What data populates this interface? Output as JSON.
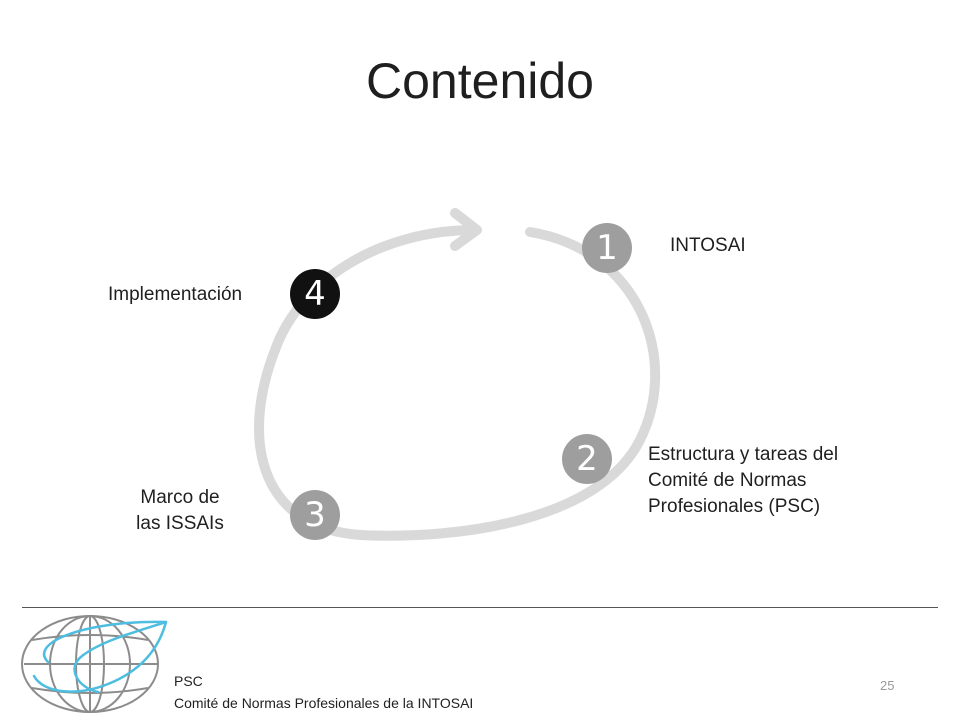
{
  "slide": {
    "title": "Contenido",
    "steps": [
      {
        "number": "1",
        "label": "INTOSAI"
      },
      {
        "number": "2",
        "label_lines": [
          "Estructura y tareas del",
          "Comité de Normas",
          "Profesionales (PSC)"
        ]
      },
      {
        "number": "3",
        "label_lines": [
          "Marco de",
          "las ISSAIs"
        ]
      },
      {
        "number": "4",
        "label": "Implementación"
      }
    ],
    "active_step": "4"
  },
  "footer": {
    "line1": "PSC",
    "line2": "Comité de Normas Profesionales de la INTOSAI",
    "page_number": "25"
  },
  "colors": {
    "cycle": "#d9d9d9",
    "badge_inactive": "#9e9e9e",
    "badge_active": "#111111",
    "logo_globe": "#8c8c8c",
    "logo_swoosh": "#4dbde0"
  }
}
